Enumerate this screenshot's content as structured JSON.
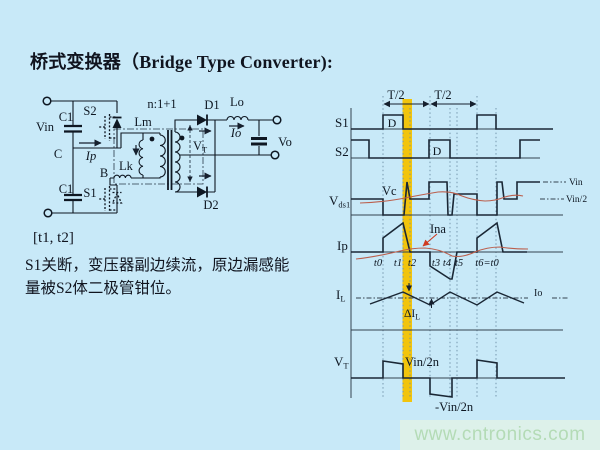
{
  "colors": {
    "background": "#c8e9f8",
    "highlight_yellow": "#f2c40c",
    "label_red": "#d03a20",
    "curve_red": "#bb5f4d",
    "ink": "#0e1722",
    "watermark_band": "#ddf1ea",
    "watermark_text": "#b4dbb6"
  },
  "title": "桥式变换器（Bridge Type Converter):",
  "notes": {
    "interval": "[t1, t2]",
    "line1": "S1关断，变压器副边续流，原边漏感能",
    "line2": "量被S2体二极管钳位。"
  },
  "watermark": "www.cntronics.com",
  "circuit": {
    "vin": "Vin",
    "c1_top": "C1",
    "c1_bottom": "C1",
    "s2": "S2",
    "s1": "S1",
    "node_c": "C",
    "node_b": "B",
    "ip": "Ip",
    "lm": "Lm",
    "lk": "Lk",
    "turns_ratio": "n:1+1",
    "d1": "D1",
    "d2": "D2",
    "lo": "Lo",
    "io": "Io",
    "vt_main": "V",
    "vt_sub": "T",
    "vo": "Vo"
  },
  "timing": {
    "s1": "S1",
    "s2": "S2",
    "vds1_main": "V",
    "vds1_sub": "ds1",
    "ip": "Ip",
    "il_main": "I",
    "il_sub": "L",
    "vt_main": "V",
    "vt_sub": "T",
    "duty1": "D",
    "duty2": "D",
    "t_half_1": "T/2",
    "t_half_2": "T/2",
    "vin": "Vin",
    "vin_half": "Vin/2",
    "vc": "Vc",
    "ina": "Ina",
    "io": "Io",
    "delta_il_main": "ΔI",
    "delta_il_sub": "L",
    "vt_pos": "Vin/2n",
    "vt_neg": "-Vin/2n",
    "times": [
      "t0",
      "t1",
      "t2",
      "t3",
      "t4",
      "t5",
      "t6=t0"
    ]
  }
}
